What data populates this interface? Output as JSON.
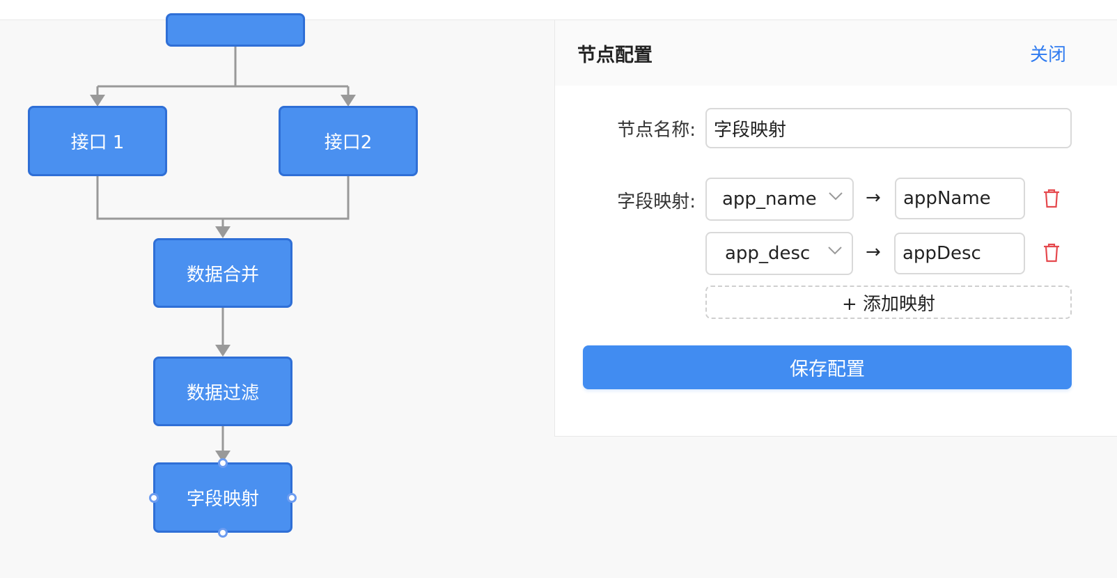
{
  "flow": {
    "nodes": {
      "api1": "接口 1",
      "api2": "接口2",
      "merge": "数据合并",
      "filter": "数据过滤",
      "mapping": "字段映射"
    }
  },
  "panel": {
    "title": "节点配置",
    "close_label": "关闭",
    "node_name_label": "节点名称:",
    "node_name_value": "字段映射",
    "field_mapping_label": "字段映射:",
    "mappings": [
      {
        "source": "app_name",
        "target": "appName"
      },
      {
        "source": "app_desc",
        "target": "appDesc"
      }
    ],
    "arrow": "→",
    "add_mapping_label": "+ 添加映射",
    "save_label": "保存配置"
  },
  "colors": {
    "node_fill": "#4a90f0",
    "node_border": "#2f6fd6",
    "accent": "#418cf1",
    "delete": "#e5484d"
  },
  "icons": {
    "chevron": "chevron-down-icon",
    "delete": "trash-icon"
  }
}
